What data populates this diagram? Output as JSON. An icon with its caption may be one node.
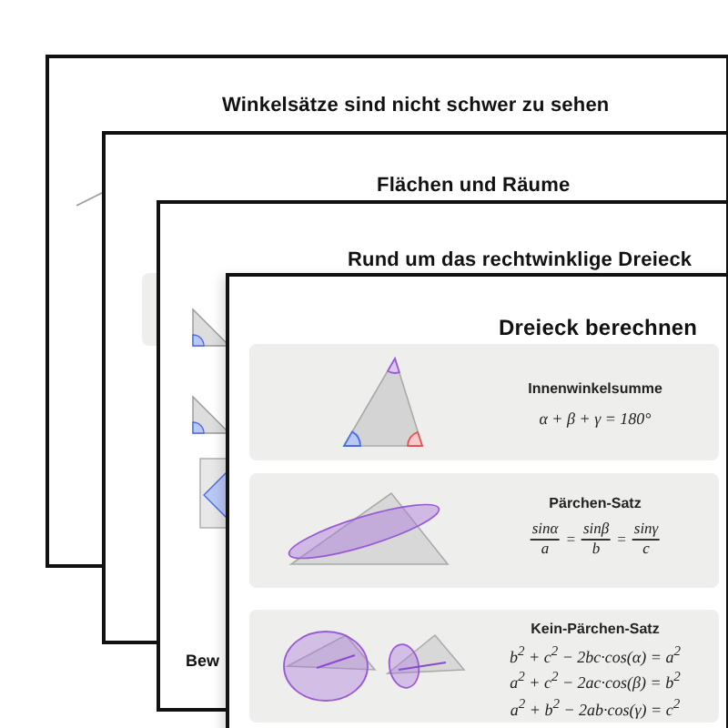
{
  "diagram": {
    "nodes": [
      {
        "text": [
          "Winkelsätze sind nicht schwer zu sehen"
        ]
      },
      {
        "text": [
          "Flächen und Räume"
        ]
      },
      {
        "text": [
          "Rund um das rechtwinklige Dreieck",
          "Bew"
        ]
      },
      {
        "text": [
          "Dreieck berechnen"
        ]
      },
      {
        "text": [
          "Innenwinkelsumme",
          "α + β + γ = 180°"
        ]
      },
      {
        "text": [
          "Pärchen-Satz",
          "sinα",
          "a",
          "=",
          "sinβ",
          "b",
          "=",
          "sinγ",
          "c"
        ]
      },
      {
        "text": [
          "Kein-Pärchen-Satz",
          "b$^{2}$ + c$^{2}$ − 2bc·cos(α) = a$^{2}$",
          "a$^{2}$ + c$^{2}$ − 2ac·cos(β) = b$^{2}$",
          "a$^{2}$ + b$^{2}$ − 2ab·cos(γ) = c$^{2}$"
        ],
        "in": 3
      }
    ]
  }
}
